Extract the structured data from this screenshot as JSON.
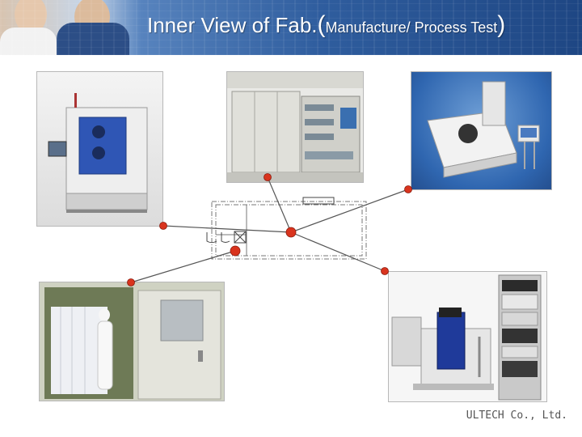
{
  "header": {
    "title_main": "Inner View of Fab. ",
    "title_paren_open": "(",
    "title_sub": "Manufacture/ Process Test",
    "title_paren_close": ")"
  },
  "footer": {
    "company": "ULTECH Co., Ltd."
  },
  "colors": {
    "marker": "#d9341e",
    "line": "#555555",
    "header_dark": "#1e4683",
    "header_light": "#8fb0d6"
  }
}
